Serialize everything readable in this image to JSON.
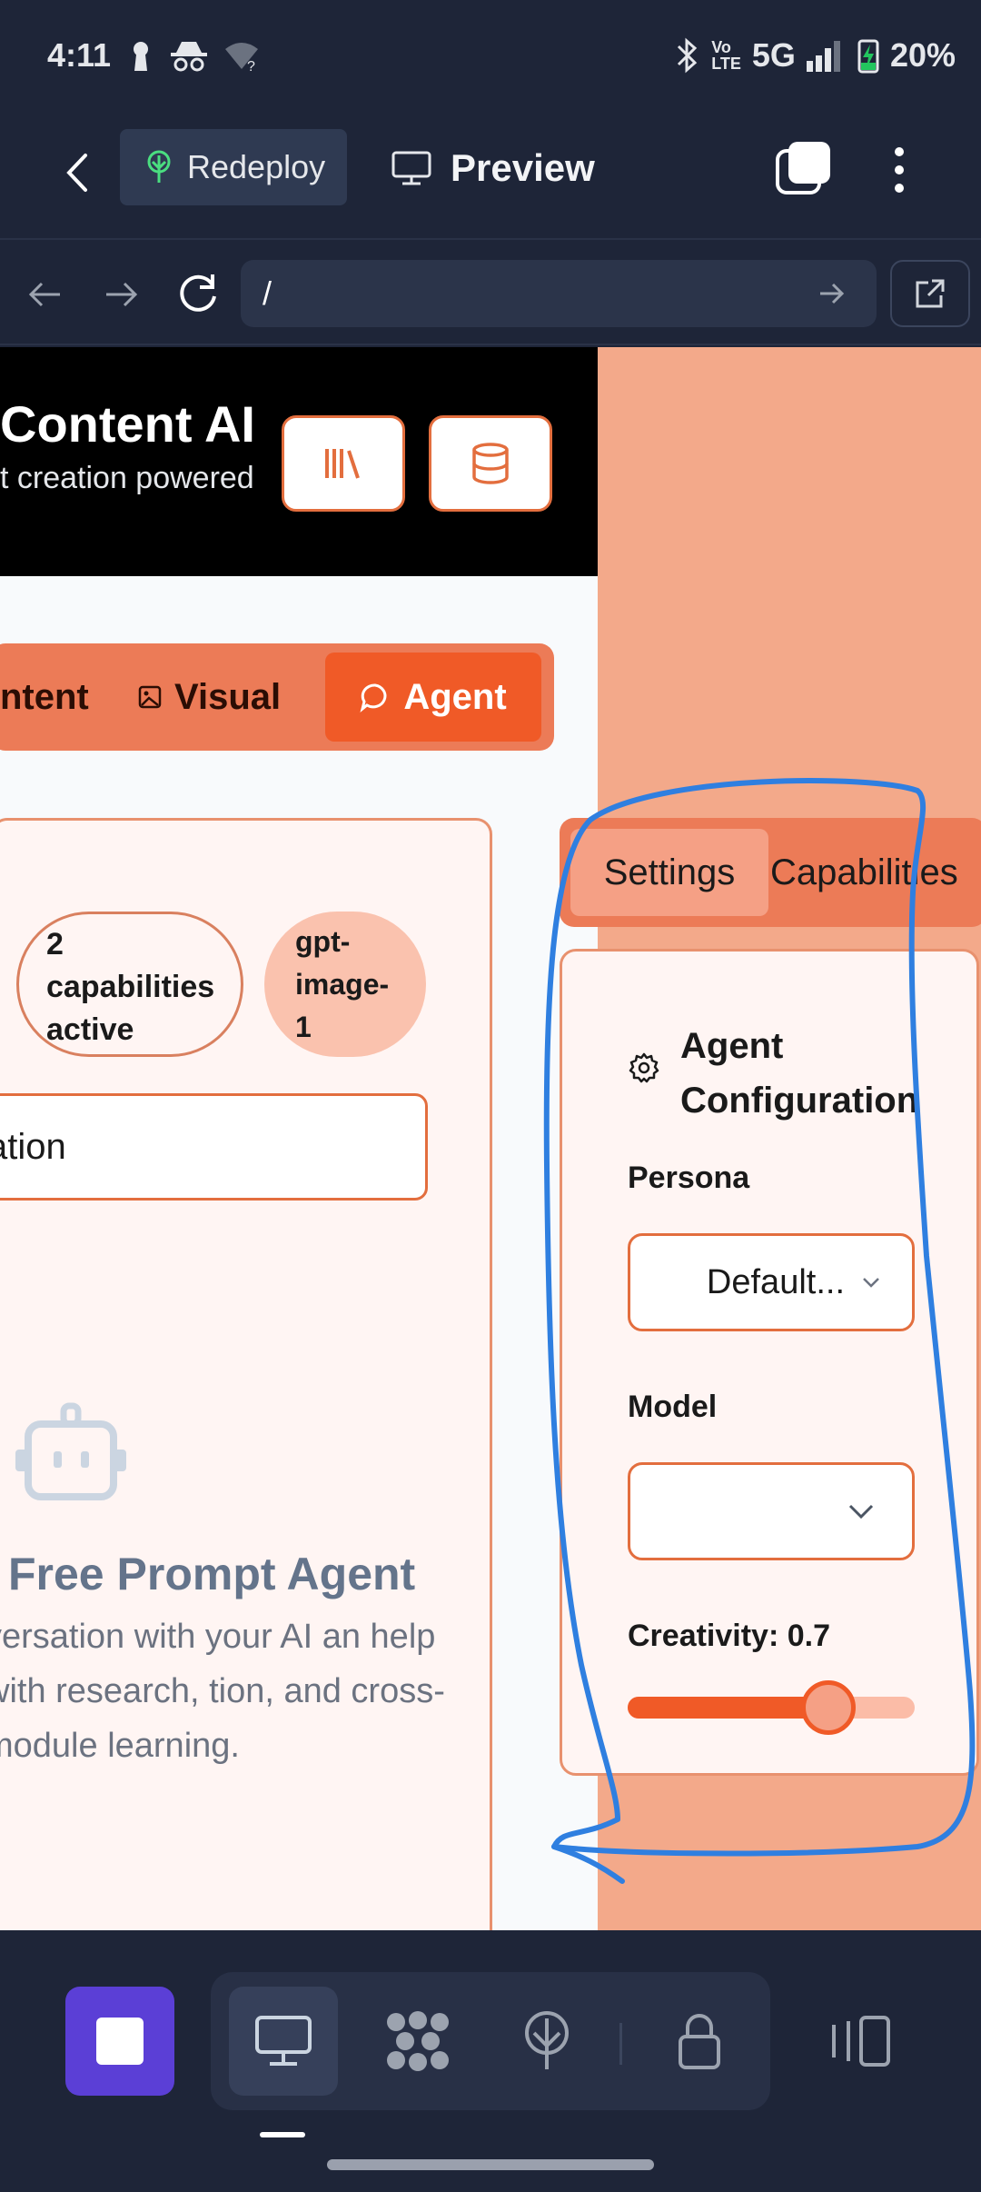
{
  "status_bar": {
    "time": "4:11",
    "network": "5G",
    "battery": "20%"
  },
  "app_header": {
    "redeploy_label": "Redeploy",
    "preview_label": "Preview"
  },
  "browser": {
    "url": "/"
  },
  "site": {
    "title": "Content AI",
    "subtitle": "t creation powered",
    "mode_tabs": {
      "content": "ntent",
      "visual": "Visual",
      "agent": "Agent"
    },
    "agent_card": {
      "capabilities_pill": "2 capabilities active",
      "model_pill": "gpt-image-1",
      "input_value": "ation",
      "empty_title": "Free Prompt Agent",
      "empty_description": "versation with your AI an help with research, tion, and cross-module learning."
    },
    "side_tabs": {
      "settings": "Settings",
      "capabilities": "Capabilities"
    },
    "config": {
      "title": "Agent Configuration",
      "persona_label": "Persona",
      "persona_value": "Default...",
      "model_label": "Model",
      "model_value": "",
      "creativity_label": "Creativity: 0.7",
      "creativity_value": 0.7
    }
  },
  "colors": {
    "accent": "#f05a27",
    "accent_soft": "#ec7b57",
    "panel_bg": "#f3a98a",
    "annotation": "#2f7fe0"
  }
}
